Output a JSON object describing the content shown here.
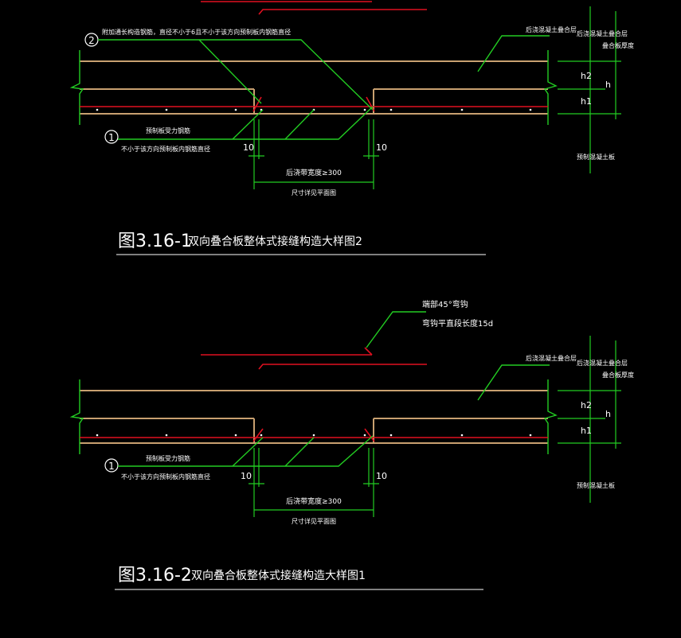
{
  "colors": {
    "background": "#000000",
    "slab": "#c8a070",
    "rebar": "#e01020",
    "leader": "#22cc22",
    "text": "#ffffff"
  },
  "figure1": {
    "title": "图3.16-1",
    "title_desc": "双向叠合板整体式接缝构造大样图2",
    "circle_1": "1",
    "circle_2": "2",
    "note_top": "附加通长构造钢筋，直径不小于6且不小于该方向预制板内钢筋直径",
    "note_bottom_1": "预制板受力钢筋",
    "note_bottom_2": "不小于该方向预制板内钢筋直径",
    "note_right": "后浇混凝土叠合层",
    "dim_left": "10",
    "dim_right": "10",
    "dim_width": "后浇带宽度≥300",
    "dim_width_2": "尺寸详见平面图",
    "h2": "h2",
    "h1": "h1",
    "h": "h",
    "side_top": "后浇混凝土叠合层",
    "side_top_2": "叠合板厚度",
    "side_bottom": "预制混凝土板"
  },
  "figure2": {
    "title": "图3.16-2",
    "title_desc": "双向叠合板整体式接缝构造大样图1",
    "circle_1": "1",
    "note_top_1": "端部45°弯钩",
    "note_top_2": "弯钩平直段长度15d",
    "note_bottom_1": "预制板受力钢筋",
    "note_bottom_2": "不小于该方向预制板内钢筋直径",
    "note_right": "后浇混凝土叠合层",
    "dim_left": "10",
    "dim_right": "10",
    "dim_width": "后浇带宽度≥300",
    "dim_width_2": "尺寸详见平面图",
    "h2": "h2",
    "h1": "h1",
    "h": "h",
    "side_top": "后浇混凝土叠合层",
    "side_top_2": "叠合板厚度",
    "side_bottom": "预制混凝土板"
  }
}
